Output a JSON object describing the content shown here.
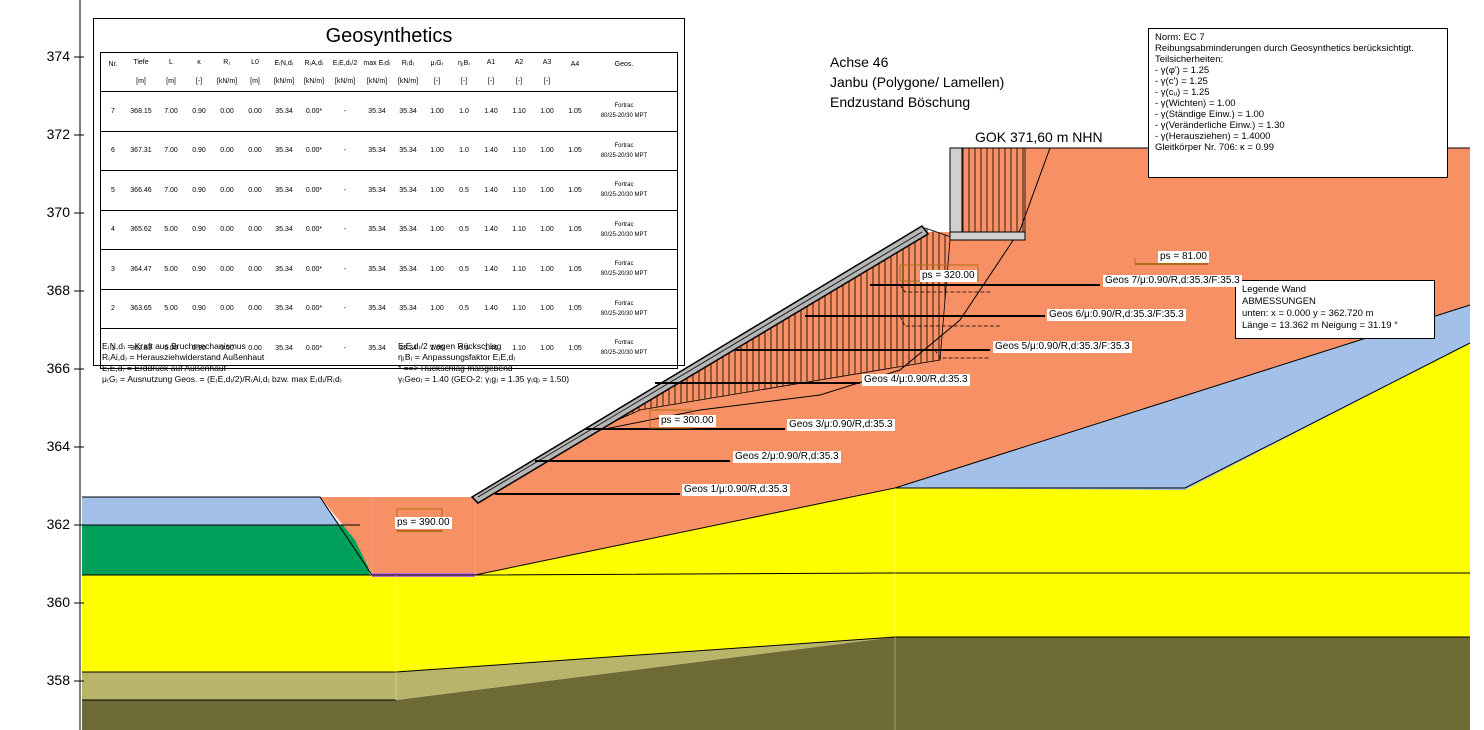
{
  "y_axis": {
    "ticks": [
      "374",
      "372",
      "370",
      "368",
      "366",
      "364",
      "362",
      "360",
      "358"
    ]
  },
  "table": {
    "title": "Geosynthetics",
    "headers": [
      {
        "name": "Nr.",
        "unit": ""
      },
      {
        "name": "Tiefe",
        "unit": "[m]"
      },
      {
        "name": "L",
        "unit": "[m]"
      },
      {
        "name": "ĸ",
        "unit": "[-]"
      },
      {
        "name": "R₁",
        "unit": "[kN/m]"
      },
      {
        "name": "L0",
        "unit": "[m]"
      },
      {
        "name": "E₍N,d₎",
        "unit": "[kN/m]"
      },
      {
        "name": "R₍A,d₎",
        "unit": "[kN/m]"
      },
      {
        "name": "E₍E,d₎/2",
        "unit": "[kN/m]"
      },
      {
        "name": "max E₍d₎",
        "unit": "[kN/m]"
      },
      {
        "name": "R₍d₎",
        "unit": "[kN/m]"
      },
      {
        "name": "μ₍G₎",
        "unit": "[-]"
      },
      {
        "name": "η₍B₎",
        "unit": "[-]"
      },
      {
        "name": "A1",
        "unit": "[-]"
      },
      {
        "name": "A2",
        "unit": "[-]"
      },
      {
        "name": "A3",
        "unit": "[-]"
      },
      {
        "name": "A4",
        "unit": ""
      },
      {
        "name": "Geos.",
        "unit": ""
      }
    ],
    "rows": [
      [
        "7",
        "368.15",
        "7.00",
        "0.90",
        "0.00",
        "0.00",
        "35.34",
        "0.00*",
        "-",
        "35.34",
        "35.34",
        "1.00",
        "1.0",
        "1.40",
        "1.10",
        "1.00",
        "1.05",
        "Fortrac",
        "80/25-20/30 MPT"
      ],
      [
        "6",
        "367.31",
        "7.00",
        "0.90",
        "0.00",
        "0.00",
        "35.34",
        "0.00*",
        "-",
        "35.34",
        "35.34",
        "1.00",
        "1.0",
        "1.40",
        "1.10",
        "1.00",
        "1.05",
        "Fortrac",
        "80/25-20/30 MPT"
      ],
      [
        "5",
        "366.46",
        "7.00",
        "0.90",
        "0.00",
        "0.00",
        "35.34",
        "0.00*",
        "-",
        "35.34",
        "35.34",
        "1.00",
        "0.5",
        "1.40",
        "1.10",
        "1.00",
        "1.05",
        "Fortrac",
        "80/25-20/30 MPT"
      ],
      [
        "4",
        "365.62",
        "5.00",
        "0.90",
        "0.00",
        "0.00",
        "35.34",
        "0.00*",
        "-",
        "35.34",
        "35.34",
        "1.00",
        "0.5",
        "1.40",
        "1.10",
        "1.00",
        "1.05",
        "Fortrac",
        "80/25-20/30 MPT"
      ],
      [
        "3",
        "364.47",
        "5.00",
        "0.90",
        "0.00",
        "0.00",
        "35.34",
        "0.00*",
        "-",
        "35.34",
        "35.34",
        "1.00",
        "0.5",
        "1.40",
        "1.10",
        "1.00",
        "1.05",
        "Fortrac",
        "80/25-20/30 MPT"
      ],
      [
        "2",
        "363.65",
        "5.00",
        "0.90",
        "0.00",
        "0.00",
        "35.34",
        "0.00*",
        "-",
        "35.34",
        "35.34",
        "1.00",
        "0.5",
        "1.40",
        "1.10",
        "1.00",
        "1.05",
        "Fortrac",
        "80/25-20/30 MPT"
      ],
      [
        "1",
        "362.83",
        "5.00",
        "0.90",
        "0.00",
        "0.00",
        "35.34",
        "0.00*",
        "-",
        "35.34",
        "35.34",
        "1.00",
        "0.5",
        "1.40",
        "1.10",
        "1.00",
        "1.05",
        "Fortrac",
        "80/25-20/30 MPT"
      ]
    ],
    "legend_left": [
      "E₍N,d₎ = Kraft aus Bruchmechanismus",
      "R₍Ai,d₎ = Herausziehwiderstand Außenhaut",
      "E₍E,d₎ = Erddruck auf Außenhaut",
      "μ₍G₎ = Ausnutzung Geos. = (E₍E,d₎/2)/R₍Ai,d₎ bzw. max E₍d₎/R₍d₎"
    ],
    "legend_right": [
      "E₍E,d₎/2 wegen Rückschlag",
      "η₍B₎ = Anpassungsfaktor E₍E,d₎",
      "* ==> Rückschlag maßgebend",
      "γ₍Geo₎ = 1.40 (GEO-2: γ₍g₎ = 1.35 γ₍q₎ = 1.50)"
    ]
  },
  "header_text": {
    "line1": "Achse 46",
    "line2": "Janbu (Polygone/ Lamellen)",
    "line3": "Endzustand Böschung"
  },
  "gok_label": "GOK 371,60 m NHN",
  "info_box": [
    "Norm:  EC 7",
    "Reibungsabminderungen durch Geosynthetics berücksichtigt.",
    "Teilsicherheiten:",
    " - γ(φ') = 1.25",
    " - γ(c') = 1.25",
    " - γ(cᵤ) = 1.25",
    " - γ(Wichten) = 1.00",
    " - γ(Ständige Einw.) = 1.00",
    " - γ(Veränderliche Einw.) = 1.30",
    " - γ(Herausziehen) = 1.4000",
    "Gleitkörper Nr. 706: ĸ = 0.99"
  ],
  "wall_box": [
    "Legende Wand",
    "ABMESSUNGEN",
    "unten: x = 0.000    y = 362.720 m",
    "Länge = 13.362 m    Neigung = 31.19 °"
  ],
  "loads": {
    "ps1": "ps = 390.00",
    "ps2": "ps = 300.00",
    "ps3": "ps = 320.00",
    "ps4": "ps = 81.00"
  },
  "geos_labels": {
    "g1": "Geos 1/μ:0.90/R,d:35.3",
    "g2": "Geos 2/μ:0.90/R,d:35.3",
    "g3": "Geos 3/μ:0.90/R,d:35.3",
    "g4": "Geos 4/μ:0.90/R,d:35.3",
    "g5": "Geos 5/μ:0.90/R,d:35.3/F:35.3",
    "g6": "Geos 6/μ:0.90/R,d:35.3/F:35.3",
    "g7": "Geos 7/μ:0.90/R,d:35.3/F:35.3"
  },
  "colors": {
    "orange": "#f79165",
    "yellow": "#ffff00",
    "green": "#00a05a",
    "blue": "#a2c0e8",
    "olive_light": "#b8b46a",
    "olive_dark": "#6e6a36",
    "purple": "#c06ad0"
  }
}
